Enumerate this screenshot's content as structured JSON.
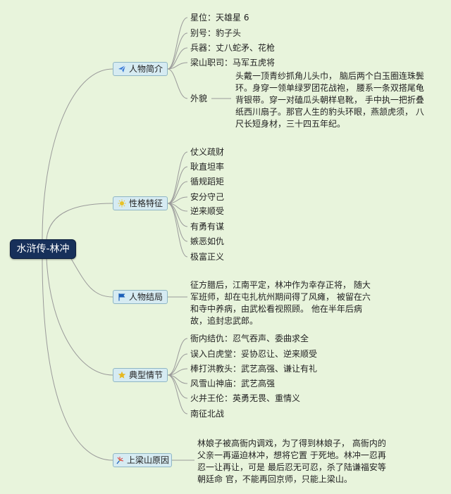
{
  "root": "水浒传-林冲",
  "colors": {
    "background": "#e8f4dc",
    "root_fill": "#17305a",
    "branch_fill": "#d6ebf2",
    "branch_border": "#8fb6c4",
    "line": "#9a9a9a"
  },
  "branches": [
    {
      "label": "人物简介",
      "icon": "paper-plane-icon",
      "items": [
        "星位：天雄星 6",
        "别号：豹子头",
        "兵器：丈八蛇矛、花枪",
        "梁山职司：马军五虎将"
      ],
      "appearance_label": "外貌",
      "appearance_text": "头戴一顶青纱抓角儿头巾， 脑后两个白玉圈连珠鬓环。身穿一领单绿罗团花战袍， 腰系一条双搭尾龟背银带。穿一对磕瓜头朝样皂靴， 手中执一把折叠纸西川扇子。那官人生的豹头环眼，燕颔虎须， 八尺长短身材，三十四五年纪。"
    },
    {
      "label": "性格特征",
      "icon": "sun-icon",
      "items": [
        "仗义疏财",
        "耿直坦率",
        "循规蹈矩",
        "安分守己",
        "逆来顺受",
        "有勇有谋",
        "嫉恶如仇",
        "极富正义"
      ]
    },
    {
      "label": "人物结局",
      "icon": "flag-icon",
      "text": "征方腊后，江南平定，林冲作为幸存正将， 随大军班师，却在屯扎杭州期间得了风瘫， 被留在六和寺中养病，由武松看视照顾。 他在半年后病故，追封忠武郎。"
    },
    {
      "label": "典型情节",
      "icon": "star-icon",
      "items": [
        "衙内结仇：忍气吞声、委曲求全",
        "误入白虎堂：妥协忍让、逆来顺受",
        "棒打洪教头：武艺高强、谦让有礼",
        "风雪山神庙：武艺高强",
        "火并王伦：英勇无畏、重情义",
        "南征北战"
      ]
    },
    {
      "label": "上梁山原因",
      "icon": "fireworks-icon",
      "text": "林娘子被高衙内调戏，为了得到林娘子， 高衙内的父亲一再逼迫林冲，想将它置 于死地。林冲一忍再忍一让再让，可是 最后忍无可忍，杀了陆谦福安等朝廷命 官，不能再回京师，只能上梁山。"
    }
  ]
}
